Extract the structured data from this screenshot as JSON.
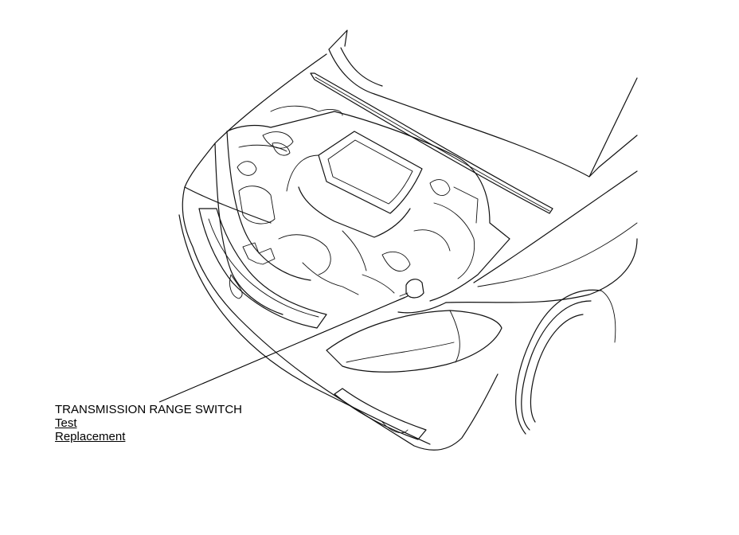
{
  "callout": {
    "component": "TRANSMISSION RANGE SWITCH",
    "links": [
      "Test",
      "Replacement"
    ]
  }
}
